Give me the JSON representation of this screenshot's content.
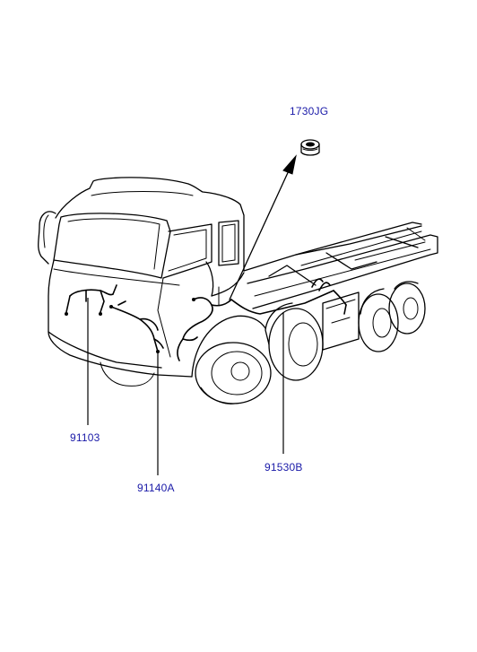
{
  "labels": {
    "grommet": "1730JG",
    "front_harness": "91103",
    "cab_harness": "91140A",
    "chassis_harness": "91530B"
  },
  "colors": {
    "label_text": "#1a1aa8",
    "line_art": "#000000",
    "background": "#ffffff"
  }
}
